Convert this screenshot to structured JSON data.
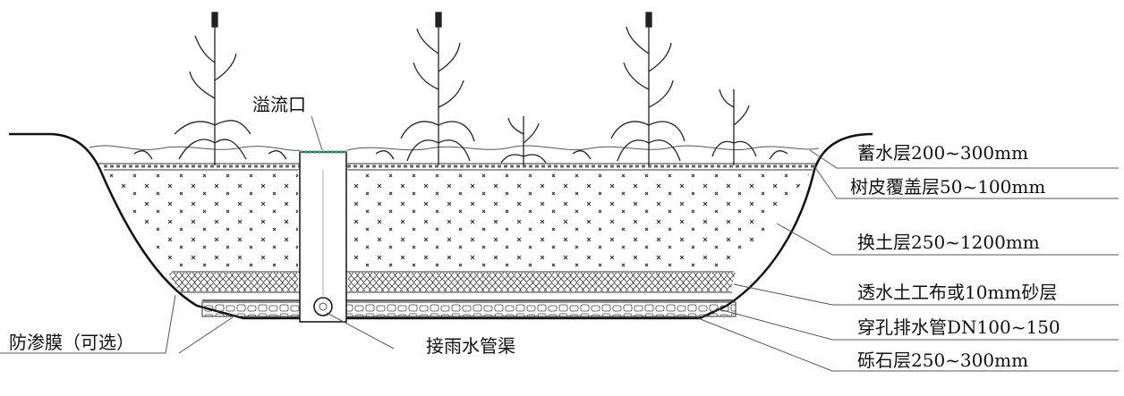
{
  "labels": {
    "overflow": "溢流口",
    "storage_layer": "蓄水层200~300mm",
    "mulch_layer": "树皮覆盖层50~100mm",
    "soil_layer": "换土层250~1200mm",
    "geotextile_layer": "透水土工布或10mm砂层",
    "perforated_pipe": "穿孔排水管DN100~150",
    "gravel_layer": "砾石层250~300mm",
    "membrane": "防渗膜（可选）",
    "rain_channel": "接雨水管渠"
  }
}
